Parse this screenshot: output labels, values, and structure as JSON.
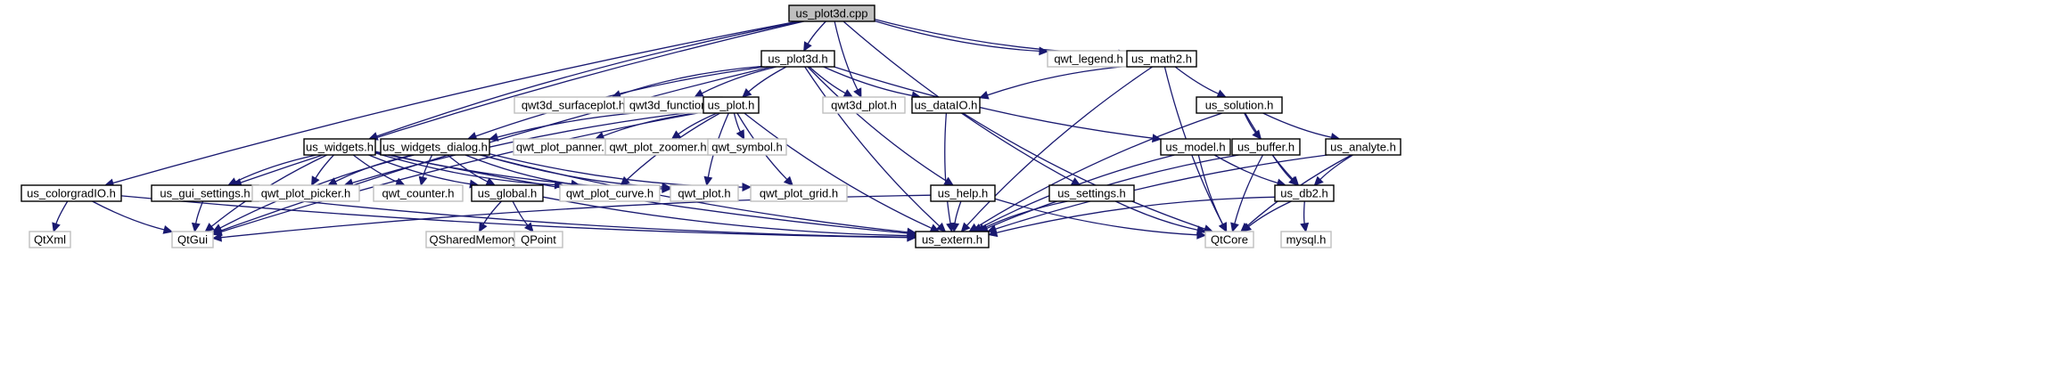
{
  "graph": {
    "title": "us_plot3d.cpp",
    "colors": {
      "edge": "#191970",
      "project_border": "#000000",
      "external_border": "#bfbfbf",
      "root_fill": "#bfbfbf",
      "background": "#ffffff"
    },
    "nodes": [
      {
        "id": "us_plot3d_cpp",
        "label": "us_plot3d.cpp",
        "kind": "root"
      },
      {
        "id": "us_colorgradIO_h",
        "label": "us_colorgradIO.h",
        "kind": "project"
      },
      {
        "id": "us_widgets_h",
        "label": "us_widgets.h",
        "kind": "project"
      },
      {
        "id": "us_gui_settings_h",
        "label": "us_gui_settings.h",
        "kind": "project"
      },
      {
        "id": "us_plot3d_h",
        "label": "us_plot3d.h",
        "kind": "project"
      },
      {
        "id": "qwt3d_plot_h",
        "label": "qwt3d_plot.h",
        "kind": "external"
      },
      {
        "id": "us_settings_h",
        "label": "us_settings.h",
        "kind": "project"
      },
      {
        "id": "qwt_legend_h",
        "label": "qwt_legend.h",
        "kind": "external"
      },
      {
        "id": "us_math2_h",
        "label": "us_math2.h",
        "kind": "project"
      },
      {
        "id": "QtXml",
        "label": "QtXml",
        "kind": "external"
      },
      {
        "id": "QtGui",
        "label": "QtGui",
        "kind": "external"
      },
      {
        "id": "us_extern_h",
        "label": "us_extern.h",
        "kind": "project"
      },
      {
        "id": "qwt_plot_picker_h",
        "label": "qwt_plot_picker.h",
        "kind": "external"
      },
      {
        "id": "qwt_counter_h",
        "label": "qwt_counter.h",
        "kind": "external"
      },
      {
        "id": "us_global_h",
        "label": "us_global.h",
        "kind": "project"
      },
      {
        "id": "qwt_plot_curve_h",
        "label": "qwt_plot_curve.h",
        "kind": "external"
      },
      {
        "id": "qwt_plot_h",
        "label": "qwt_plot.h",
        "kind": "external"
      },
      {
        "id": "qwt_plot_grid_h",
        "label": "qwt_plot_grid.h",
        "kind": "external"
      },
      {
        "id": "QSharedMemory",
        "label": "QSharedMemory",
        "kind": "external"
      },
      {
        "id": "QPoint",
        "label": "QPoint",
        "kind": "external"
      },
      {
        "id": "QtCore",
        "label": "QtCore",
        "kind": "external"
      },
      {
        "id": "qwt3d_surfaceplot_h",
        "label": "qwt3d_surfaceplot.h",
        "kind": "external"
      },
      {
        "id": "qwt3d_function_h",
        "label": "qwt3d_function.h",
        "kind": "external"
      },
      {
        "id": "us_plot_h",
        "label": "us_plot.h",
        "kind": "project"
      },
      {
        "id": "us_widgets_dialog_h",
        "label": "us_widgets_dialog.h",
        "kind": "project"
      },
      {
        "id": "us_dataIO_h",
        "label": "us_dataIO.h",
        "kind": "project"
      },
      {
        "id": "us_help_h",
        "label": "us_help.h",
        "kind": "project"
      },
      {
        "id": "us_model_h",
        "label": "us_model.h",
        "kind": "project"
      },
      {
        "id": "qwt_plot_panner_h",
        "label": "qwt_plot_panner.h",
        "kind": "external"
      },
      {
        "id": "qwt_plot_zoomer_h",
        "label": "qwt_plot_zoomer.h",
        "kind": "external"
      },
      {
        "id": "qwt_symbol_h",
        "label": "qwt_symbol.h",
        "kind": "external"
      },
      {
        "id": "us_db2_h",
        "label": "us_db2.h",
        "kind": "project"
      },
      {
        "id": "mysql_h",
        "label": "mysql.h",
        "kind": "external"
      },
      {
        "id": "us_solution_h",
        "label": "us_solution.h",
        "kind": "project"
      },
      {
        "id": "us_buffer_h",
        "label": "us_buffer.h",
        "kind": "project"
      },
      {
        "id": "us_analyte_h",
        "label": "us_analyte.h",
        "kind": "project"
      }
    ],
    "edges": [
      {
        "from": "us_plot3d_cpp",
        "to": "us_colorgradIO_h"
      },
      {
        "from": "us_plot3d_cpp",
        "to": "us_widgets_h"
      },
      {
        "from": "us_plot3d_cpp",
        "to": "us_gui_settings_h"
      },
      {
        "from": "us_plot3d_cpp",
        "to": "us_plot3d_h"
      },
      {
        "from": "us_plot3d_cpp",
        "to": "qwt3d_plot_h"
      },
      {
        "from": "us_plot3d_cpp",
        "to": "us_settings_h"
      },
      {
        "from": "us_plot3d_cpp",
        "to": "qwt_legend_h"
      },
      {
        "from": "us_plot3d_cpp",
        "to": "us_math2_h"
      },
      {
        "from": "us_colorgradIO_h",
        "to": "QtXml"
      },
      {
        "from": "us_colorgradIO_h",
        "to": "QtGui"
      },
      {
        "from": "us_colorgradIO_h",
        "to": "us_extern_h"
      },
      {
        "from": "us_widgets_h",
        "to": "QtGui"
      },
      {
        "from": "us_widgets_h",
        "to": "us_gui_settings_h"
      },
      {
        "from": "us_widgets_h",
        "to": "qwt_plot_picker_h"
      },
      {
        "from": "us_widgets_h",
        "to": "qwt_counter_h"
      },
      {
        "from": "us_widgets_h",
        "to": "us_global_h"
      },
      {
        "from": "us_widgets_h",
        "to": "qwt_plot_curve_h"
      },
      {
        "from": "us_widgets_h",
        "to": "qwt_plot_h"
      },
      {
        "from": "us_widgets_h",
        "to": "us_extern_h"
      },
      {
        "from": "us_gui_settings_h",
        "to": "QtGui"
      },
      {
        "from": "us_gui_settings_h",
        "to": "us_extern_h"
      },
      {
        "from": "us_global_h",
        "to": "QSharedMemory"
      },
      {
        "from": "us_global_h",
        "to": "QPoint"
      },
      {
        "from": "us_global_h",
        "to": "us_extern_h"
      },
      {
        "from": "us_plot3d_h",
        "to": "QtGui"
      },
      {
        "from": "us_plot3d_h",
        "to": "qwt3d_surfaceplot_h"
      },
      {
        "from": "us_plot3d_h",
        "to": "qwt3d_function_h"
      },
      {
        "from": "us_plot3d_h",
        "to": "us_plot_h"
      },
      {
        "from": "us_plot3d_h",
        "to": "us_widgets_dialog_h"
      },
      {
        "from": "us_plot3d_h",
        "to": "qwt3d_plot_h"
      },
      {
        "from": "us_plot3d_h",
        "to": "us_dataIO_h"
      },
      {
        "from": "us_plot3d_h",
        "to": "us_help_h"
      },
      {
        "from": "us_plot3d_h",
        "to": "us_model_h"
      },
      {
        "from": "us_plot3d_h",
        "to": "us_extern_h"
      },
      {
        "from": "us_plot_h",
        "to": "QtGui"
      },
      {
        "from": "us_plot_h",
        "to": "us_widgets_dialog_h"
      },
      {
        "from": "us_plot_h",
        "to": "qwt_plot_picker_h"
      },
      {
        "from": "us_plot_h",
        "to": "qwt_plot_curve_h"
      },
      {
        "from": "us_plot_h",
        "to": "qwt_plot_h"
      },
      {
        "from": "us_plot_h",
        "to": "qwt_plot_grid_h"
      },
      {
        "from": "us_plot_h",
        "to": "qwt_plot_panner_h"
      },
      {
        "from": "us_plot_h",
        "to": "qwt_plot_zoomer_h"
      },
      {
        "from": "us_plot_h",
        "to": "qwt_symbol_h"
      },
      {
        "from": "us_plot_h",
        "to": "us_extern_h"
      },
      {
        "from": "us_widgets_dialog_h",
        "to": "QtGui"
      },
      {
        "from": "us_widgets_dialog_h",
        "to": "qwt_plot_picker_h"
      },
      {
        "from": "us_widgets_dialog_h",
        "to": "qwt_counter_h"
      },
      {
        "from": "us_widgets_dialog_h",
        "to": "us_global_h"
      },
      {
        "from": "us_widgets_dialog_h",
        "to": "qwt_plot_curve_h"
      },
      {
        "from": "us_widgets_dialog_h",
        "to": "qwt_plot_h"
      },
      {
        "from": "us_widgets_dialog_h",
        "to": "qwt_plot_grid_h"
      },
      {
        "from": "us_widgets_dialog_h",
        "to": "us_extern_h"
      },
      {
        "from": "us_dataIO_h",
        "to": "QtCore"
      },
      {
        "from": "us_dataIO_h",
        "to": "us_extern_h"
      },
      {
        "from": "us_help_h",
        "to": "QtGui"
      },
      {
        "from": "us_help_h",
        "to": "QtCore"
      },
      {
        "from": "us_help_h",
        "to": "us_extern_h"
      },
      {
        "from": "us_model_h",
        "to": "QtCore"
      },
      {
        "from": "us_model_h",
        "to": "us_db2_h"
      },
      {
        "from": "us_model_h",
        "to": "us_extern_h"
      },
      {
        "from": "us_db2_h",
        "to": "QtCore"
      },
      {
        "from": "us_db2_h",
        "to": "mysql_h"
      },
      {
        "from": "us_db2_h",
        "to": "us_extern_h"
      },
      {
        "from": "us_settings_h",
        "to": "QtCore"
      },
      {
        "from": "us_settings_h",
        "to": "us_extern_h"
      },
      {
        "from": "us_math2_h",
        "to": "QtCore"
      },
      {
        "from": "us_math2_h",
        "to": "us_dataIO_h"
      },
      {
        "from": "us_math2_h",
        "to": "us_solution_h"
      },
      {
        "from": "us_math2_h",
        "to": "us_extern_h"
      },
      {
        "from": "us_solution_h",
        "to": "us_buffer_h"
      },
      {
        "from": "us_solution_h",
        "to": "us_analyte_h"
      },
      {
        "from": "us_solution_h",
        "to": "us_db2_h"
      },
      {
        "from": "us_solution_h",
        "to": "us_extern_h"
      },
      {
        "from": "us_buffer_h",
        "to": "QtCore"
      },
      {
        "from": "us_buffer_h",
        "to": "us_db2_h"
      },
      {
        "from": "us_buffer_h",
        "to": "us_extern_h"
      },
      {
        "from": "us_analyte_h",
        "to": "QtCore"
      },
      {
        "from": "us_analyte_h",
        "to": "us_db2_h"
      },
      {
        "from": "us_analyte_h",
        "to": "us_extern_h"
      }
    ]
  }
}
